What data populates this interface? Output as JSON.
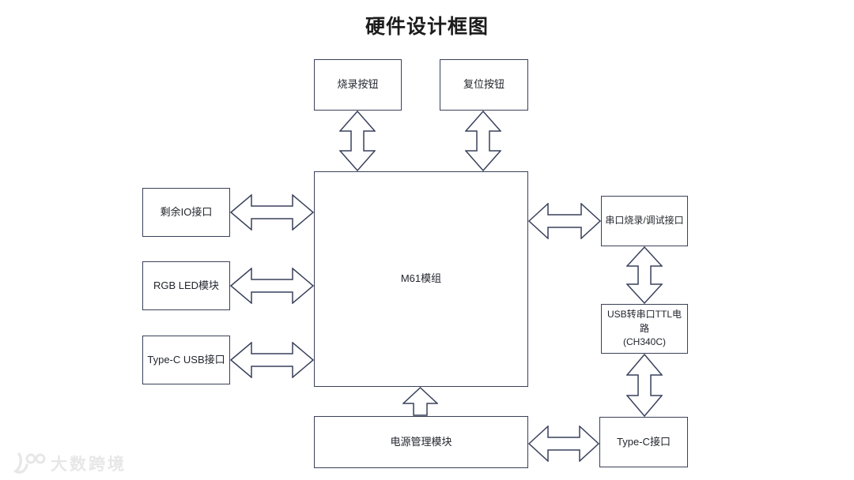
{
  "page": {
    "title": "硬件设计框图",
    "background_color": "#ffffff",
    "line_color": "#39415c",
    "text_color": "#23262e"
  },
  "nodes": {
    "burn_button": {
      "label": "烧录按钮"
    },
    "reset_button": {
      "label": "复位按钮"
    },
    "m61_module": {
      "label": "M61模组"
    },
    "spare_io": {
      "label": "剩余IO接口"
    },
    "rgb_led": {
      "label": "RGB LED模块"
    },
    "typec_usb": {
      "label": "Type-C USB接口"
    },
    "uart_debug": {
      "label": "串口烧录/调试接口"
    },
    "usb_ttl": {
      "label_line1": "USB转串口TTL电路",
      "label_line2": "(CH340C)"
    },
    "typec_port": {
      "label": "Type-C接口"
    },
    "power_mgmt": {
      "label": "电源管理模块"
    }
  },
  "connections": [
    {
      "from": "burn_button",
      "to": "m61_module",
      "type": "double-arrow-vertical"
    },
    {
      "from": "reset_button",
      "to": "m61_module",
      "type": "double-arrow-vertical"
    },
    {
      "from": "spare_io",
      "to": "m61_module",
      "type": "double-arrow-horizontal"
    },
    {
      "from": "rgb_led",
      "to": "m61_module",
      "type": "double-arrow-horizontal"
    },
    {
      "from": "typec_usb",
      "to": "m61_module",
      "type": "double-arrow-horizontal"
    },
    {
      "from": "m61_module",
      "to": "uart_debug",
      "type": "double-arrow-horizontal"
    },
    {
      "from": "uart_debug",
      "to": "usb_ttl",
      "type": "double-arrow-vertical"
    },
    {
      "from": "usb_ttl",
      "to": "typec_port",
      "type": "double-arrow-vertical"
    },
    {
      "from": "power_mgmt",
      "to": "m61_module",
      "type": "single-arrow-up"
    },
    {
      "from": "power_mgmt",
      "to": "typec_port",
      "type": "double-arrow-horizontal"
    }
  ],
  "watermark": {
    "logo": "100-logo",
    "text": "大数跨境",
    "color": "#e7e7e7"
  }
}
